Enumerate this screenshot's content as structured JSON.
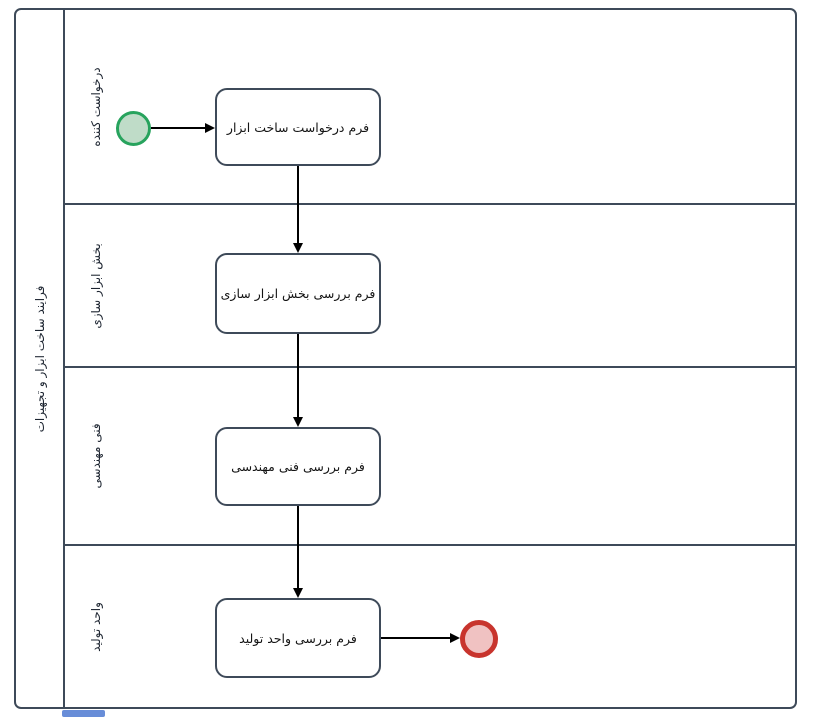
{
  "diagram": {
    "pool": {
      "label": "فرایند ساخت ابزار و تجهیزات"
    },
    "lanes": [
      {
        "label": "درخواست کننده"
      },
      {
        "label": "بخش ابزار سازی"
      },
      {
        "label": "فنی مهندسی"
      },
      {
        "label": "واحد تولید"
      }
    ],
    "tasks": [
      {
        "label": "فرم درخواست ساخت ابزار"
      },
      {
        "label": "فرم بررسی بخش ابزار سازی"
      },
      {
        "label": "فرم بررسی فنی مهندسی"
      },
      {
        "label": "فرم بررسی واحد تولید"
      }
    ],
    "events": {
      "start": {
        "type": "start-event"
      },
      "end": {
        "type": "end-event"
      }
    },
    "colors": {
      "border": "#3e4a59",
      "arrow": "#000000",
      "start_border": "#27a35d",
      "start_fill": "#bfdcc8",
      "end_border": "#c8342d",
      "end_fill": "#f0c2c2",
      "watermark": "#4e79d1"
    }
  }
}
